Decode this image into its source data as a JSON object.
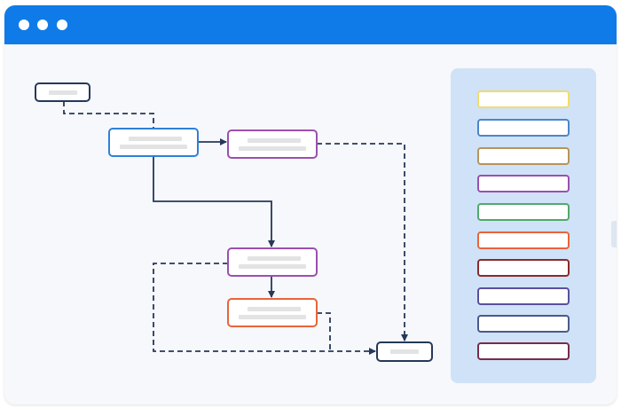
{
  "window": {
    "titlebar_color": "#0f7be8",
    "controls": [
      "window-dot-icon",
      "window-dot-icon",
      "window-dot-icon"
    ]
  },
  "diagram": {
    "edge_color": "#263859",
    "nodes": [
      {
        "id": "n-top-left",
        "border_color": "#263859"
      },
      {
        "id": "n-blue",
        "border_color": "#2f80d9"
      },
      {
        "id": "n-purple-top",
        "border_color": "#9b4fb0"
      },
      {
        "id": "n-purple-mid",
        "border_color": "#9b4fb0"
      },
      {
        "id": "n-orange",
        "border_color": "#e8643a"
      },
      {
        "id": "n-end",
        "border_color": "#263859"
      }
    ],
    "edges": [
      {
        "from": "n-top-left",
        "to": "n-blue",
        "style": "dashed"
      },
      {
        "from": "n-blue",
        "to": "n-purple-top",
        "style": "solid"
      },
      {
        "from": "n-blue",
        "to": "n-purple-mid",
        "style": "solid"
      },
      {
        "from": "n-purple-top",
        "to": "n-end",
        "style": "dashed"
      },
      {
        "from": "n-purple-mid",
        "to": "n-orange",
        "style": "solid"
      },
      {
        "from": "n-purple-mid",
        "to": "n-end",
        "style": "dashed"
      },
      {
        "from": "n-orange",
        "to": "n-end",
        "style": "dashed"
      }
    ]
  },
  "palette": {
    "background": "#cfe2f7",
    "swatches": [
      {
        "color": "#f3db6b"
      },
      {
        "color": "#4a86c8"
      },
      {
        "color": "#b8935a"
      },
      {
        "color": "#9b4fb0"
      },
      {
        "color": "#52a86a"
      },
      {
        "color": "#e8643a"
      },
      {
        "color": "#8a2a2a"
      },
      {
        "color": "#5a4fa0"
      },
      {
        "color": "#4a5a8a"
      },
      {
        "color": "#7a2a4a"
      }
    ]
  }
}
